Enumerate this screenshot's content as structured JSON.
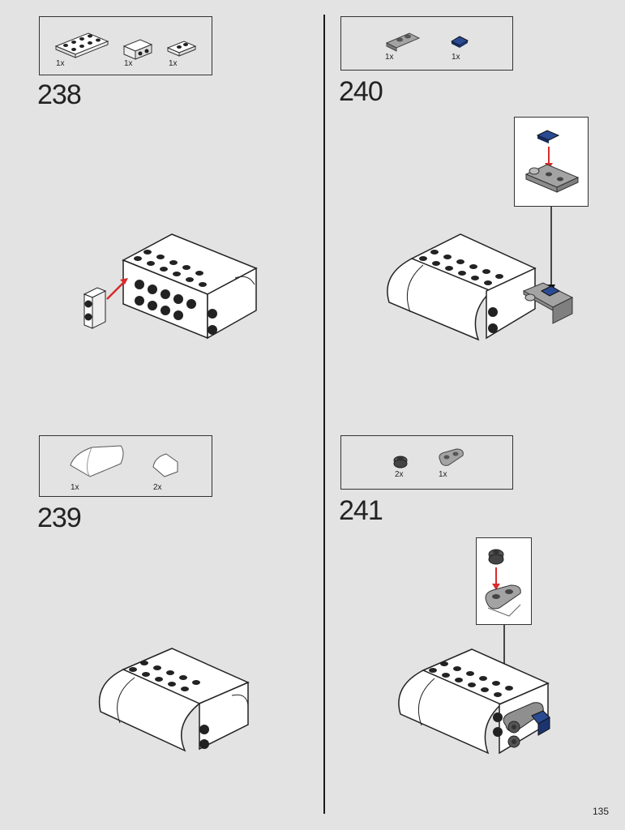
{
  "page_number": "135",
  "steps": [
    {
      "number": "238",
      "parts": [
        {
          "qty": "1x",
          "icon": "plate-2x4-white-icon"
        },
        {
          "qty": "1x",
          "icon": "brick-1x2-studs-side-icon"
        },
        {
          "qty": "1x",
          "icon": "plate-1x2-white-icon"
        }
      ]
    },
    {
      "number": "239",
      "parts": [
        {
          "qty": "1x",
          "icon": "curved-slope-white-icon"
        },
        {
          "qty": "2x",
          "icon": "curved-slope-small-white-icon"
        }
      ]
    },
    {
      "number": "240",
      "parts": [
        {
          "qty": "1x",
          "icon": "plate-clip-gray-icon"
        },
        {
          "qty": "1x",
          "icon": "tile-1x1-blue-icon"
        }
      ]
    },
    {
      "number": "241",
      "parts": [
        {
          "qty": "2x",
          "icon": "round-plate-dark-gray-icon"
        },
        {
          "qty": "1x",
          "icon": "plate-round-end-gray-icon"
        }
      ]
    }
  ],
  "colors": {
    "background": "#e3e3e3",
    "white_brick": "#ffffff",
    "outline": "#222222",
    "arrow": "#d92b2b",
    "blue_tile": "#1f3a7a",
    "gray_part": "#8f8f8f",
    "dark_gray": "#555555"
  }
}
